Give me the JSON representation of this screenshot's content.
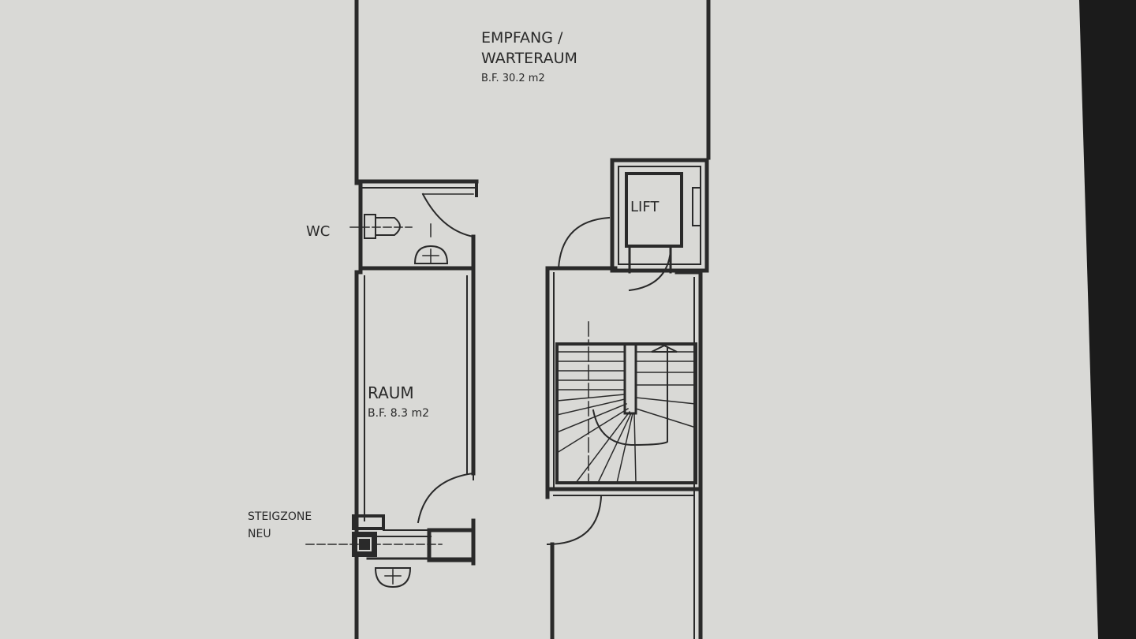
{
  "colors": {
    "paper": "#d9d9d6",
    "ink": "#2a2a2a",
    "background": "#1b1b1b"
  },
  "rooms": {
    "reception": {
      "name_line1": "EMPFANG /",
      "name_line2": "WARTERAUM",
      "area": "B.F.  30.2 m2"
    },
    "wc": {
      "name": "WC"
    },
    "lift": {
      "name": "LIFT"
    },
    "room": {
      "name": "RAUM",
      "area": "B.F.  8.3 m2"
    },
    "riser": {
      "name_line1": "STEIGZONE",
      "name_line2": "NEU"
    }
  }
}
